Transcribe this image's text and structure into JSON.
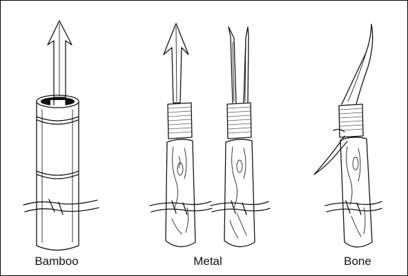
{
  "labels": {
    "bamboo": "Bamboo",
    "metal": "Metal",
    "bone": "Bone"
  },
  "colors": {
    "ink": "#111111",
    "paper": "#ffffff"
  }
}
